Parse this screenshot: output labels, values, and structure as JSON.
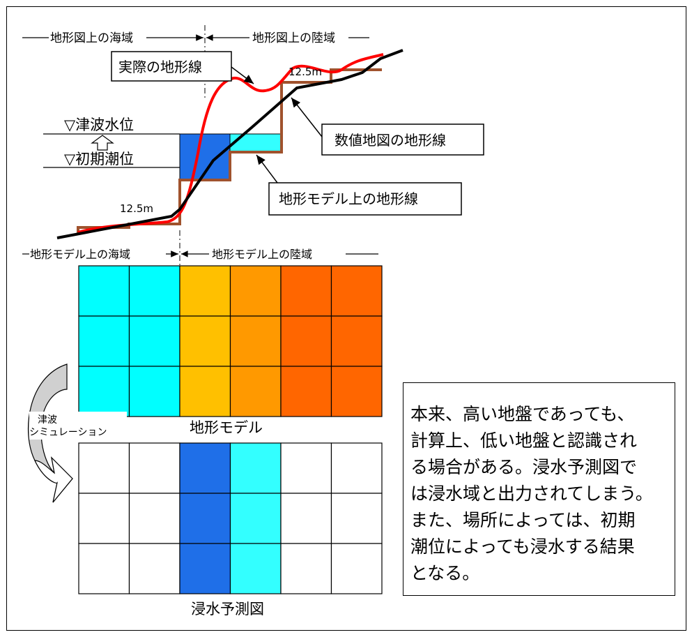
{
  "top_diagram": {
    "sea_on_map_label": "地形図上の海域",
    "land_on_map_label": "地形図上の陸域",
    "actual_terrain_label": "実際の地形線",
    "digital_map_terrain_label": "数値地図の地形線",
    "model_terrain_label": "地形モデル上の地形線",
    "tsunami_level_label": "▽津波水位",
    "initial_tide_label": "▽初期潮位",
    "grid_size_top": "12.5m",
    "grid_size_bottom": "12.5m",
    "sea_on_model_label": "地形モデル上の海域",
    "land_on_model_label": "地形モデル上の陸域"
  },
  "terrain_model": {
    "caption": "地形モデル",
    "column_colors": [
      "#00ffff",
      "#00ffff",
      "#ffc000",
      "#ff9900",
      "#ff6600",
      "#ff6600"
    ],
    "rows": 3
  },
  "simulation_arrow_label": [
    "津波",
    "シミュレーション"
  ],
  "inundation_map": {
    "caption": "浸水予測図",
    "column_colors": [
      "#ffffff",
      "#ffffff",
      "#1f6fe8",
      "#33ffff",
      "#ffffff",
      "#ffffff"
    ],
    "rows": 3
  },
  "note": {
    "lines": [
      "本来、高い地盤であっても、",
      "計算上、低い地盤と認識され",
      "る場合がある。浸水予測図で",
      "は浸水域と出力されてしまう。",
      "また、場所によっては、初期",
      "潮位によっても浸水する結果",
      "となる。"
    ]
  },
  "colors": {
    "actual_terrain": "#ff0000",
    "digital_terrain": "#000000",
    "model_terrain": "#a0522d",
    "deep_water": "#1f6fe8",
    "shallow_water": "#33ffff"
  }
}
